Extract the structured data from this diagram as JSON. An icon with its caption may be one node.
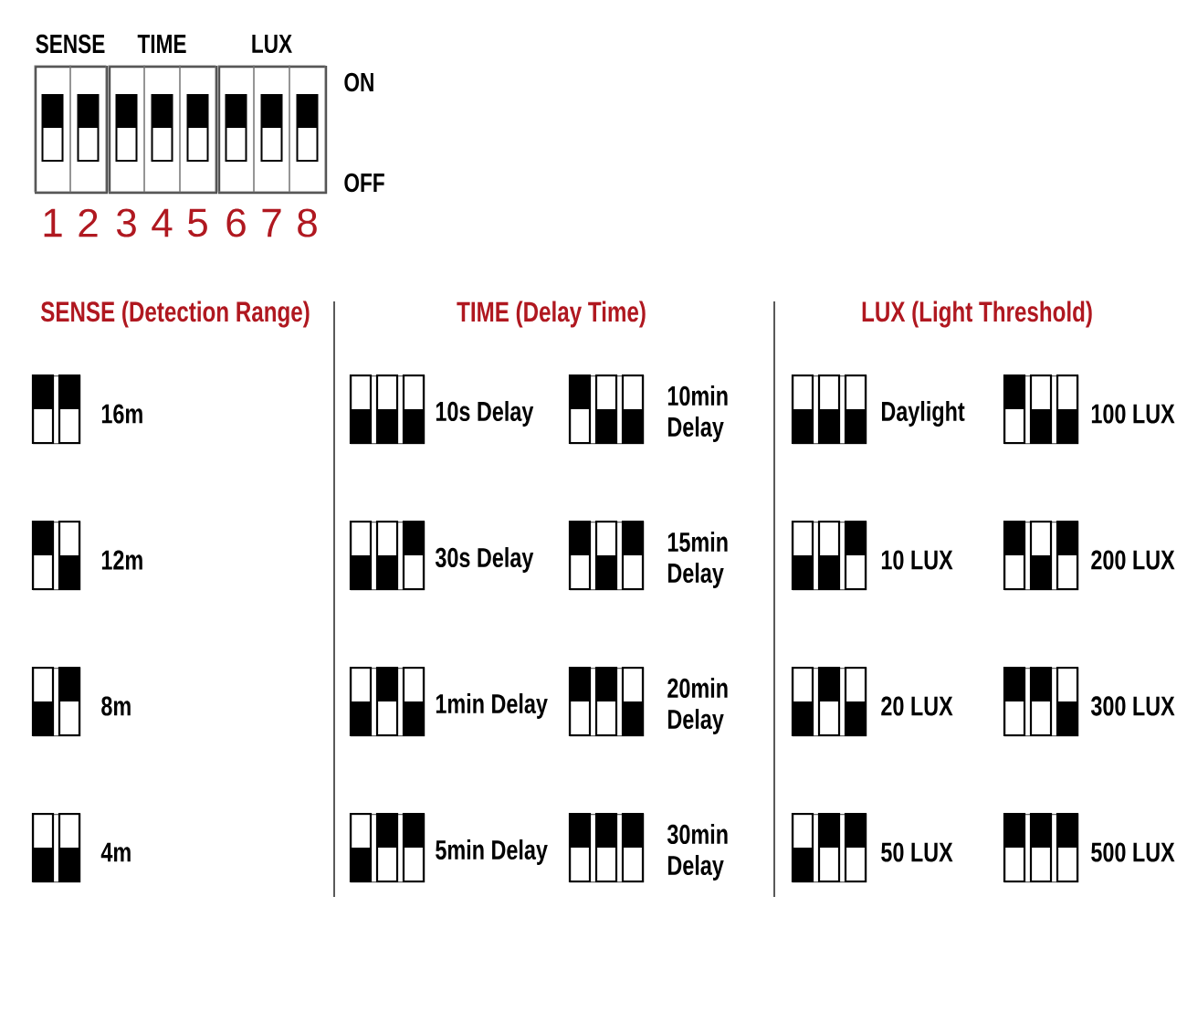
{
  "diagram": {
    "nodes": [
      {
        "text": [
          "SENSE"
        ]
      },
      {
        "text": [
          "TIME"
        ]
      },
      {
        "text": [
          "LUX"
        ]
      },
      {
        "text": [],
        "shape": "picture",
        "beside": [
          "16m"
        ]
      },
      {
        "text": [],
        "shape": "picture",
        "beside": [
          "12m"
        ]
      },
      {
        "text": [],
        "shape": "picture",
        "beside": [
          "8m"
        ]
      },
      {
        "text": [],
        "shape": "picture",
        "beside": [
          "4m"
        ]
      },
      {
        "text": [],
        "shape": "picture",
        "beside": [
          "10s Delay"
        ]
      },
      {
        "text": [],
        "shape": "picture",
        "beside": [
          "30s Delay"
        ]
      },
      {
        "text": [],
        "shape": "picture",
        "beside": [
          "1min Delay"
        ]
      },
      {
        "text": [],
        "shape": "picture",
        "beside": [
          "5min Delay"
        ]
      },
      {
        "text": [],
        "shape": "picture",
        "beside": [
          "10min Delay"
        ]
      },
      {
        "text": [],
        "shape": "picture",
        "beside": [
          "15min Delay"
        ]
      },
      {
        "text": [],
        "shape": "picture",
        "beside": [
          "20min Delay"
        ]
      },
      {
        "text": [],
        "shape": "picture",
        "beside": [
          "30min Delay"
        ]
      },
      {
        "text": [],
        "shape": "picture",
        "beside": [
          "Daylight"
        ]
      },
      {
        "text": [],
        "shape": "picture",
        "beside": [
          "10 LUX"
        ]
      },
      {
        "text": [],
        "shape": "picture",
        "beside": [
          "20 LUX"
        ]
      },
      {
        "text": [],
        "shape": "picture",
        "beside": [
          "50 LUX"
        ]
      },
      {
        "text": [],
        "shape": "picture",
        "beside": [
          "100 LUX"
        ]
      },
      {
        "text": [],
        "shape": "picture",
        "beside": [
          "200 LUX"
        ]
      },
      {
        "text": [],
        "shape": "picture",
        "beside": [
          "300 LUX"
        ]
      },
      {
        "text": [],
        "shape": "picture",
        "beside": [
          "500 LUX"
        ]
      }
    ],
    "labels": [
      "ON",
      "OFF",
      "1",
      "2",
      "3",
      "4",
      "5",
      "6",
      "7",
      "8",
      "SENSE (Detection Range)",
      "TIME (Delay Time)",
      "LUX (Light Threshold)"
    ]
  }
}
